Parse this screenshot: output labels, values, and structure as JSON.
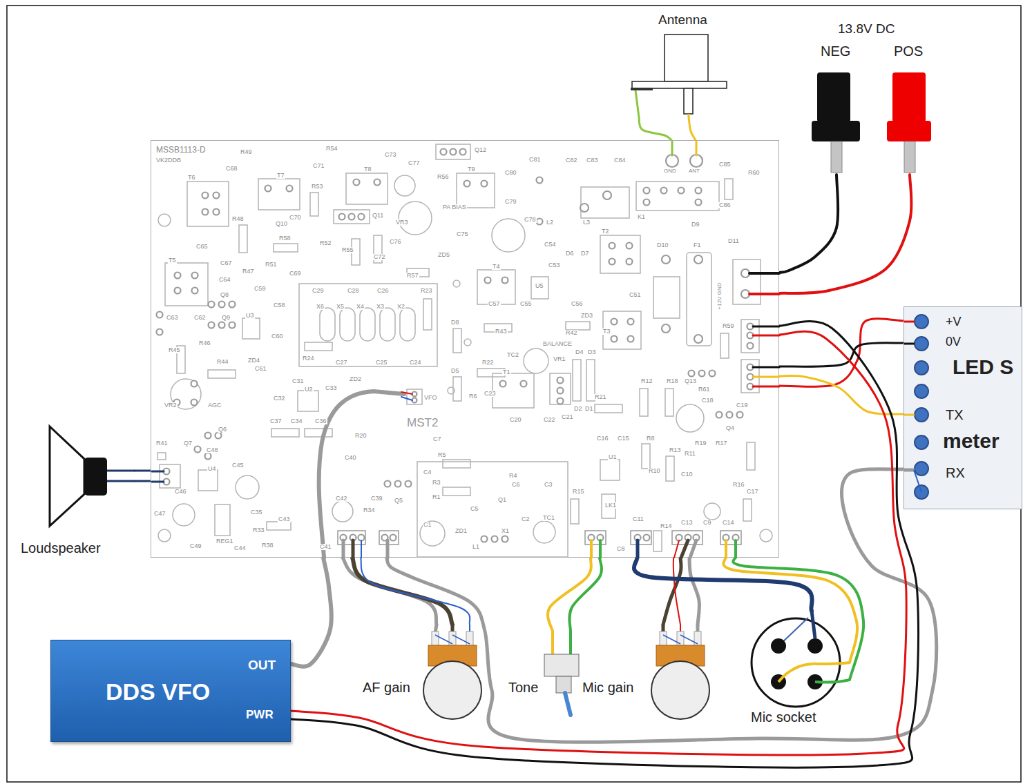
{
  "diagram": {
    "nodes": [
      {
        "text": [
          "MSSB1113-D",
          "VK2DDB"
        ]
      },
      {
        "text": [
          "Antenna"
        ]
      },
      {
        "text": [
          "NEG"
        ]
      },
      {
        "text": [
          "POS"
        ]
      },
      {
        "text": [
          "+V",
          "0V",
          "LED S",
          "TX",
          "meter",
          "RX"
        ]
      },
      {
        "text": [
          "Loudspeaker"
        ]
      },
      {
        "text": [
          "DDS VFO",
          "OUT",
          "PWR"
        ]
      },
      {
        "text": [
          "AF gain"
        ]
      },
      {
        "text": [
          "Tone"
        ]
      },
      {
        "text": [
          "Mic gain"
        ]
      },
      {
        "text": [
          "Mic socket"
        ]
      }
    ],
    "edges": [
      {
        "from": 1,
        "to": 0,
        "arrow": "none"
      },
      {
        "from": 2,
        "to": 0,
        "arrow": "none"
      },
      {
        "from": 3,
        "to": 0,
        "arrow": "none"
      },
      {
        "from": 4,
        "to": 0,
        "arrow": "none"
      },
      {
        "from": 4,
        "to": 0,
        "arrow": "none"
      },
      {
        "from": 5,
        "to": 0,
        "arrow": "none"
      },
      {
        "from": 6,
        "to": 0,
        "arrow": "none"
      },
      {
        "from": 6,
        "to": 0,
        "arrow": "none"
      },
      {
        "from": 7,
        "to": 0,
        "arrow": "none"
      },
      {
        "from": 8,
        "to": 0,
        "arrow": "none"
      },
      {
        "from": 9,
        "to": 0,
        "arrow": "none"
      },
      {
        "from": 10,
        "to": 0,
        "arrow": "none"
      },
      {
        "from": 10,
        "to": 0,
        "arrow": "none"
      }
    ],
    "labels": [
      "13.8V DC",
      "GND",
      "ANT",
      "+12V GND",
      "R49",
      "C68",
      "R54",
      "C71",
      "C73",
      "C77",
      "Q12",
      "R56",
      "T7",
      "T6",
      "T8",
      "T9",
      "C80",
      "C79",
      "C81",
      "C82",
      "C83",
      "C84",
      "C85",
      "R60",
      "L2",
      "L3",
      "C78",
      "K1",
      "C86",
      "D9",
      "D11",
      "R53",
      "Q10",
      "Q11",
      "C70",
      "VR3",
      "PA BIAS",
      "R48",
      "R58",
      "R51",
      "R47",
      "C65",
      "C67",
      "C64",
      "C69",
      "C72",
      "R55",
      "R52",
      "C76",
      "ZD5",
      "C75",
      "R57",
      "T5",
      "T4",
      "C54",
      "D6",
      "D7",
      "C53",
      "U5",
      "D10",
      "F1",
      "T2",
      "C51",
      "C59",
      "C58",
      "C29",
      "C28",
      "C26",
      "R23",
      "X6",
      "X5",
      "X4",
      "X3",
      "X2",
      "D8",
      "R24",
      "C27",
      "C25",
      "C24",
      "C57",
      "R43",
      "C55",
      "C56",
      "ZD3",
      "R42",
      "T3",
      "BALANCE",
      "TC2",
      "VR1",
      "D4",
      "D3",
      "R22",
      "T1",
      "D5",
      "R6",
      "C23",
      "C20",
      "C22",
      "C21",
      "D2",
      "D1",
      "R21",
      "R12",
      "R18",
      "R59",
      "Q13",
      "R61",
      "C18",
      "C19",
      "Q4",
      "R19",
      "R17",
      "C37",
      "C34",
      "C36",
      "C31",
      "ZD2",
      "U2",
      "C33",
      "C32",
      "VFO",
      "MST2",
      "R20",
      "C7",
      "R5",
      "C40",
      "C4",
      "R3",
      "R4",
      "C6",
      "R1",
      "Q1",
      "C5",
      "C3",
      "C2",
      "TC1",
      "C1",
      "ZD1",
      "X1",
      "L1",
      "C39",
      "Q5",
      "R34",
      "C42",
      "C43",
      "C35",
      "R33",
      "R38",
      "C44",
      "REG1",
      "C49",
      "C47",
      "C46",
      "U4",
      "C45",
      "C48",
      "R41",
      "Q6",
      "Q7",
      "VR2",
      "AGC",
      "R45",
      "R46",
      "R44",
      "ZD4",
      "C61",
      "C60",
      "C62",
      "C63",
      "Q8",
      "Q9",
      "U3",
      "C16",
      "C15",
      "U1",
      "R15",
      "R13",
      "R8",
      "R10",
      "R11",
      "C10",
      "C11",
      "R14",
      "C8",
      "C13",
      "C9",
      "C14",
      "R16",
      "C17",
      "LK1",
      "C41"
    ]
  }
}
